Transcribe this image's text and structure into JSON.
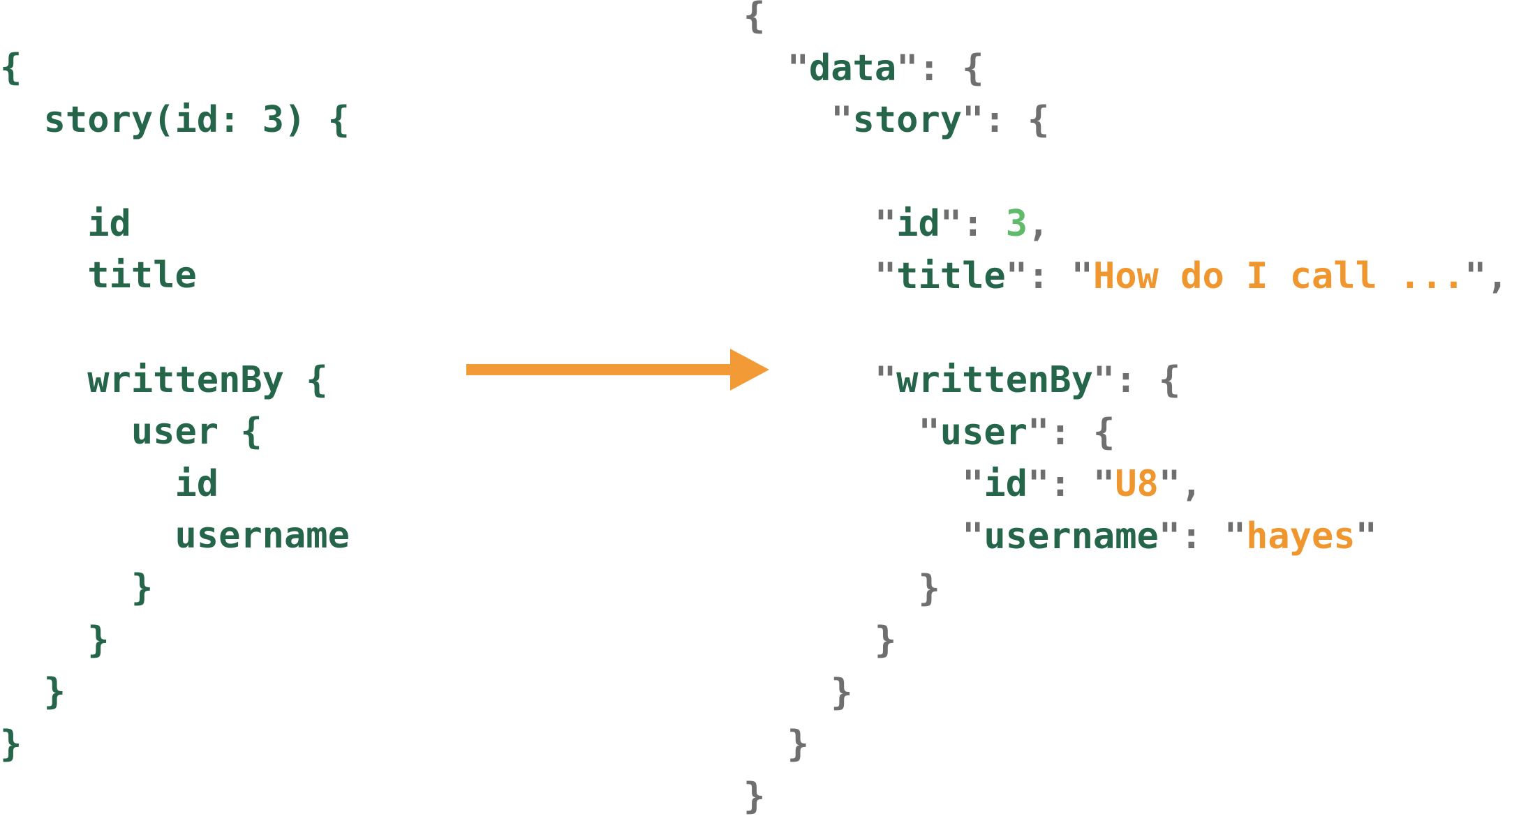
{
  "colors": {
    "query_text": "#25654a",
    "json_punctuation": "#6f6f6f",
    "json_key": "#25654a",
    "json_string": "#f0962f",
    "json_number": "#5fba6a",
    "arrow": "#f29a36"
  },
  "query": {
    "lines": [
      "{",
      "  story(id: 3) {",
      "",
      "    id",
      "    title",
      "",
      "    writtenBy {",
      "      user {",
      "        id",
      "        username",
      "      }",
      "    }",
      "  }",
      "}"
    ]
  },
  "response": {
    "lines": [
      [
        {
          "t": "{",
          "c": "punct"
        }
      ],
      [
        {
          "t": "  \"",
          "c": "punct"
        },
        {
          "t": "data",
          "c": "key"
        },
        {
          "t": "\": {",
          "c": "punct"
        }
      ],
      [
        {
          "t": "    \"",
          "c": "punct"
        },
        {
          "t": "story",
          "c": "key"
        },
        {
          "t": "\": {",
          "c": "punct"
        }
      ],
      [],
      [
        {
          "t": "      \"",
          "c": "punct"
        },
        {
          "t": "id",
          "c": "key"
        },
        {
          "t": "\": ",
          "c": "punct"
        },
        {
          "t": "3",
          "c": "num"
        },
        {
          "t": ",",
          "c": "punct"
        }
      ],
      [
        {
          "t": "      \"",
          "c": "punct"
        },
        {
          "t": "title",
          "c": "key"
        },
        {
          "t": "\": \"",
          "c": "punct"
        },
        {
          "t": "How do I call ...",
          "c": "str"
        },
        {
          "t": "\",",
          "c": "punct"
        }
      ],
      [],
      [
        {
          "t": "      \"",
          "c": "punct"
        },
        {
          "t": "writtenBy",
          "c": "key"
        },
        {
          "t": "\": {",
          "c": "punct"
        }
      ],
      [
        {
          "t": "        \"",
          "c": "punct"
        },
        {
          "t": "user",
          "c": "key"
        },
        {
          "t": "\": {",
          "c": "punct"
        }
      ],
      [
        {
          "t": "          \"",
          "c": "punct"
        },
        {
          "t": "id",
          "c": "key"
        },
        {
          "t": "\": \"",
          "c": "punct"
        },
        {
          "t": "U8",
          "c": "str"
        },
        {
          "t": "\",",
          "c": "punct"
        }
      ],
      [
        {
          "t": "          \"",
          "c": "punct"
        },
        {
          "t": "username",
          "c": "key"
        },
        {
          "t": "\": \"",
          "c": "punct"
        },
        {
          "t": "hayes",
          "c": "str"
        },
        {
          "t": "\"",
          "c": "punct"
        }
      ],
      [
        {
          "t": "        }",
          "c": "punct"
        }
      ],
      [
        {
          "t": "      }",
          "c": "punct"
        }
      ],
      [
        {
          "t": "    }",
          "c": "punct"
        }
      ],
      [
        {
          "t": "  }",
          "c": "punct"
        }
      ],
      [
        {
          "t": "}",
          "c": "punct"
        }
      ]
    ]
  },
  "arrow": {
    "icon": "arrow-right-icon"
  }
}
